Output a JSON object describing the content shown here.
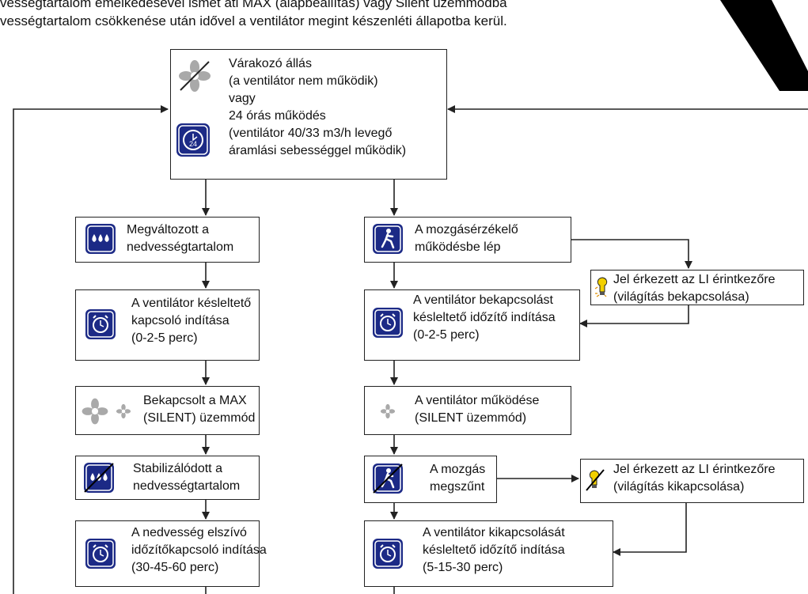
{
  "intro": {
    "line1": "vességtartalom emelkedésével ismét átl MAX (alapbeállítás) vagy Silent üzemmódba",
    "line2": "vességtartalom csökkenése után idővel a ventilátor megint készenléti állapotba kerül."
  },
  "top_box": {
    "lines": [
      "Várakozó állás",
      "(a ventilátor nem működik)",
      "vagy",
      "24 órás működés",
      "(ventilátor 40/33 m3/h levegő",
      "áramlási sebességgel működik)"
    ],
    "icon_24_label": "24"
  },
  "left": {
    "humidity_changed": [
      "Megváltozott a",
      "nedvességtartalom"
    ],
    "delay_timer": [
      "A ventilátor késleltető",
      "kapcsoló indítása",
      "(0-2-5 perc)"
    ],
    "max_silent_on": [
      "Bekapcsolt a MAX",
      "(SILENT) üzemmód"
    ],
    "humidity_stable": [
      "Stabilizálódott a",
      "nedvességtartalom"
    ],
    "extraction_timer": [
      "A nedvesség elszívó",
      "időzítőkapcsoló indítása",
      "(30-45-60 perc)"
    ]
  },
  "right": {
    "motion_on": [
      "A mozgásérzékelő",
      "működésbe lép"
    ],
    "li_signal_on": [
      "Jel érkezett az LI érintkezőre",
      "(világítás bekapcsolása)"
    ],
    "on_delay_timer": [
      "A ventilátor bekapcsolást",
      "késleltető időzítő indítása",
      "(0-2-5 perc)"
    ],
    "fan_operation": [
      "A ventilátor működése",
      "(SILENT üzemmód)"
    ],
    "motion_stopped": [
      "A mozgás",
      "megszűnt"
    ],
    "li_signal_off": [
      "Jel érkezett az LI érintkezőre",
      "(világítás kikapcsolása)"
    ],
    "off_delay_timer": [
      "A ventilátor kikapcsolását",
      "késleltető időzítő indítása",
      "(5-15-30 perc)"
    ]
  },
  "colors": {
    "icon_blue": "#1c2a86",
    "fan_gray": "#a9a9a9",
    "line": "#222222"
  }
}
